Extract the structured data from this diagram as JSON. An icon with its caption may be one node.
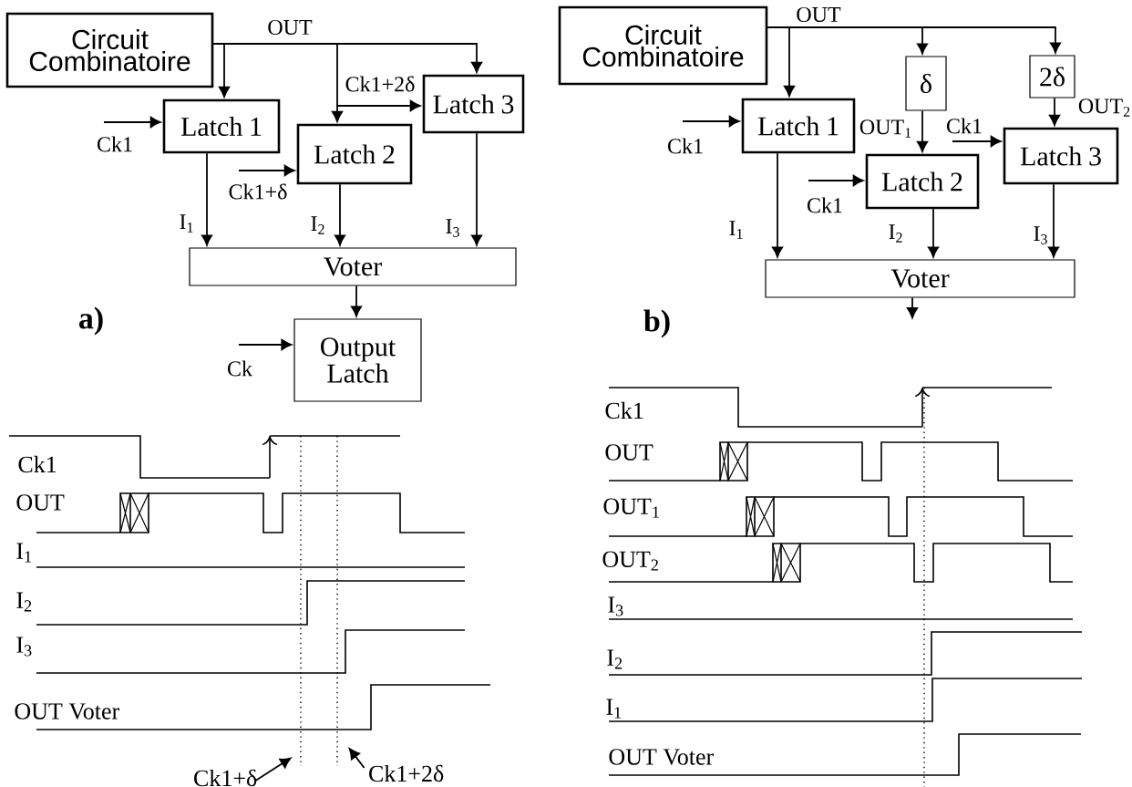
{
  "diagram": {
    "nodes": [
      {
        "text": [
          "Circuit Combinatoire"
        ]
      },
      {
        "text": [
          "Latch 1"
        ]
      },
      {
        "text": [
          "Latch 2"
        ]
      },
      {
        "text": [
          "Latch 3"
        ]
      },
      {
        "text": [
          "Voter"
        ]
      },
      {
        "text": [
          "Output Latch"
        ]
      },
      {
        "text": [
          "Circuit Combinatoire"
        ]
      },
      {
        "text": [
          "Latch 1"
        ]
      },
      {
        "text": [
          "δ"
        ]
      },
      {
        "text": [
          "2δ"
        ]
      },
      {
        "text": [
          "Latch 2"
        ]
      },
      {
        "text": [
          "Latch 3"
        ]
      },
      {
        "text": [
          "Voter"
        ]
      },
      {
        "text": [
          "Ck1+δ"
        ]
      },
      {
        "text": [
          "Ck1+2δ"
        ]
      }
    ],
    "edges": [
      {
        "from": 0,
        "to": 1,
        "arrow": "to"
      },
      {
        "from": 0,
        "to": 2,
        "arrow": "to"
      },
      {
        "from": 0,
        "to": 3,
        "arrow": "to",
        "label": "OUT"
      },
      {
        "from": null,
        "to": 1,
        "arrow": "to",
        "label": "Ck1"
      },
      {
        "from": null,
        "to": 2,
        "arrow": "to",
        "label": "Ck1+δ"
      },
      {
        "from": null,
        "to": 3,
        "arrow": "to",
        "label": "Ck1+2δ"
      },
      {
        "from": 1,
        "to": 4,
        "arrow": "to",
        "label": "I$_{1}$"
      },
      {
        "from": 2,
        "to": 4,
        "arrow": "to",
        "label": "I$_{2}$"
      },
      {
        "from": 3,
        "to": 4,
        "arrow": "to",
        "label": "I$_{3}$"
      },
      {
        "from": 4,
        "to": 5,
        "arrow": "to"
      },
      {
        "from": null,
        "to": 5,
        "arrow": "to",
        "label": "Ck"
      },
      {
        "from": 6,
        "to": 7,
        "arrow": "to"
      },
      {
        "from": 6,
        "to": 8,
        "arrow": "to"
      },
      {
        "from": 6,
        "to": 9,
        "arrow": "to",
        "label": "OUT"
      },
      {
        "from": 8,
        "to": 10,
        "arrow": "to",
        "label": "OUT$_{1}$"
      },
      {
        "from": 9,
        "to": 11,
        "arrow": "to",
        "label": "OUT$_{2}$"
      },
      {
        "from": null,
        "to": 7,
        "arrow": "to",
        "label": "Ck1"
      },
      {
        "from": null,
        "to": 10,
        "arrow": "to",
        "label": "Ck1"
      },
      {
        "from": null,
        "to": 11,
        "arrow": "to",
        "label": "Ck1"
      },
      {
        "from": 7,
        "to": 12,
        "arrow": "to",
        "label": "I$_{1}$"
      },
      {
        "from": 10,
        "to": 12,
        "arrow": "to",
        "label": "I$_{2}$"
      },
      {
        "from": 11,
        "to": 12,
        "arrow": "to",
        "label": "I$_{3}$"
      },
      {
        "from": 12,
        "to": null,
        "arrow": "to"
      },
      {
        "from": 13,
        "to": null,
        "arrow": "to"
      },
      {
        "from": 14,
        "to": null,
        "arrow": "to"
      }
    ],
    "labels": [
      "a)",
      "b)",
      "Ck1",
      "OUT",
      "I$_{1}$",
      "I$_{2}$",
      "I$_{3}$",
      "OUT Voter",
      "Ck1",
      "OUT",
      "OUT$_{1}$",
      "OUT$_{2}$",
      "I$_{3}$",
      "I$_{2}$",
      "I$_{1}$",
      "OUT Voter"
    ]
  }
}
